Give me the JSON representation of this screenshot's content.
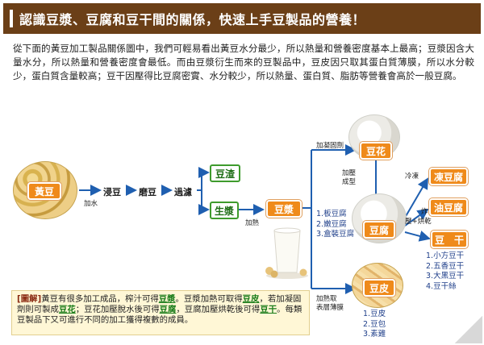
{
  "header": {
    "title": "認識豆漿、豆腐和豆干間的關係，快速上手豆製品的營養！"
  },
  "intro": {
    "text": "從下面的黃豆加工製品關係圖中，我們可輕易看出黃豆水分最少，所以熱量和營養密度基本上最高；豆漿因含大量水分，所以熱量和營養密度會最低。而由豆漿衍生而來的豆製品中，豆皮因只取其蛋白質薄膜，所以水分較少，蛋白質含量較高；豆干因壓得比豆腐密實、水分較少，所以熱量、蛋白質、脂肪等營養會高於一般豆腐。"
  },
  "diagram": {
    "soybean": "黃豆",
    "add_water": "加水",
    "soak": "浸豆",
    "grind": "磨豆",
    "filter": "過濾",
    "okara": "豆渣",
    "raw_milk": "生漿",
    "heat": "加熱",
    "soymilk": "豆漿",
    "soymilk_list": [
      "1.板豆腐",
      "2.嫩豆腐",
      "3.盒裝豆腐"
    ],
    "coagulant": "加凝固劑",
    "douhua": "豆花",
    "press_form": [
      "加壓",
      "成型"
    ],
    "tofu": "豆腐",
    "freeze": "冷凍",
    "frozen_tofu": "凍豆腐",
    "fry": "炸",
    "fried_tofu": "油豆腐",
    "press_bake": "壓+烘乾",
    "dried_tofu": "豆　干",
    "dried_list": [
      "1.小方豆干",
      "2.五香豆干",
      "3.大黑豆干",
      "4.豆干絲"
    ],
    "skin_process": [
      "加熱取",
      "表層薄膜"
    ],
    "yuba": "豆皮",
    "yuba_list": [
      "1.豆皮",
      "2.豆包",
      "3.素雞"
    ]
  },
  "note": {
    "label": "[圖解]",
    "t1": "黃豆有很多加工成品，榨汁可得",
    "k1": "豆漿",
    "t2": "。豆漿加熱可取得",
    "k2": "豆皮",
    "t3": "，若加凝固劑則可製成",
    "k3": "豆花",
    "t4": "；豆花加壓脫水後可得",
    "k4": "豆腐",
    "t5": "，豆腐加壓烘乾後可得",
    "k5": "豆干",
    "t6": "。每類豆製品下又可進行不同的加工獲得複數的成員。"
  },
  "colors": {
    "header": "#6b3f17",
    "arrow": "#1f5fb0",
    "orange": "#ef8a1a",
    "green": "#3e9b2d"
  }
}
